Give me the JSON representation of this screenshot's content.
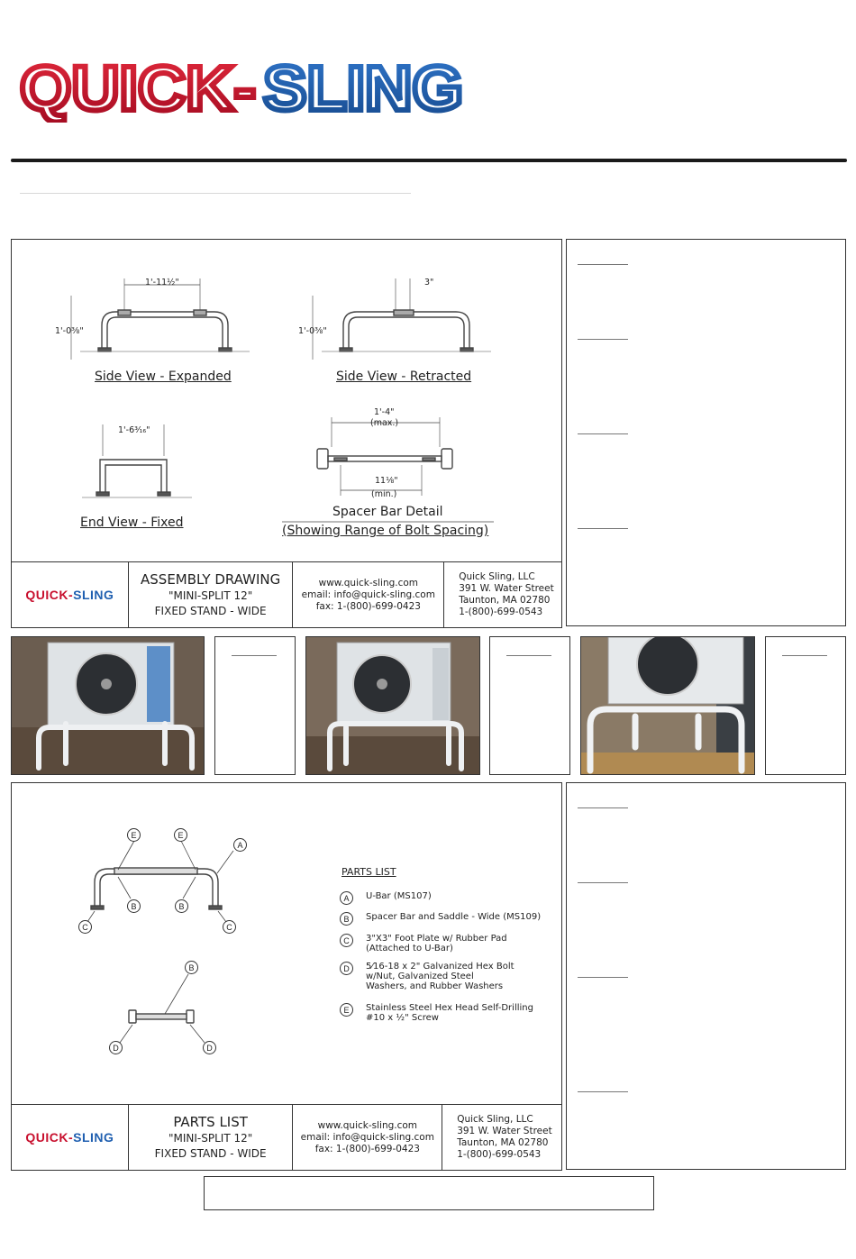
{
  "brand": {
    "logo_text_quick": "QUICK-",
    "logo_text_sling": "SLING",
    "red": "#c8102e",
    "blue": "#1f5fb0"
  },
  "assembly": {
    "views": {
      "side_expanded": {
        "caption": "Side View - Expanded",
        "width_dim": "1'-11½\"",
        "height_dim": "1'-0⅜\""
      },
      "side_retracted": {
        "caption": "Side View - Retracted",
        "gap_dim": "3\"",
        "height_dim": "1'-0⅜\""
      },
      "end_fixed": {
        "caption": "End View - Fixed",
        "width_dim": "1'-6³⁄₁₆\""
      },
      "spacer_bar": {
        "caption": "Spacer Bar Detail",
        "caption2": "(Showing Range of Bolt Spacing)",
        "max_dim": "1'-4\"",
        "max_label": "(max.)",
        "min_dim": "11⅛\"",
        "min_label": "(min.)"
      }
    },
    "title_block": {
      "logo_quick": "QUICK-",
      "logo_sling": "SLING",
      "title": "ASSEMBLY DRAWING",
      "subtitle1": "\"MINI-SPLIT 12\"",
      "subtitle2": "FIXED STAND - WIDE",
      "web": "www.quick-sling.com",
      "email": "email: info@quick-sling.com",
      "fax": "fax: 1-(800)-699-0423",
      "company": "Quick Sling, LLC",
      "street": "391 W. Water Street",
      "city": "Taunton, MA 02780",
      "phone": "1-(800)-699-0543"
    }
  },
  "parts": {
    "heading": "PARTS LIST",
    "items": [
      {
        "letter": "A",
        "text": "U-Bar  (MS107)"
      },
      {
        "letter": "B",
        "text": "Spacer Bar and Saddle - Wide   (MS109)"
      },
      {
        "letter": "C",
        "text": "3\"X3\" Foot Plate w/ Rubber Pad",
        "text2": "(Attached to U-Bar)"
      },
      {
        "letter": "D",
        "text": "5⁄16-18 x 2\" Galvanized Hex Bolt",
        "text2": "w/Nut, Galvanized Steel",
        "text3": "Washers, and Rubber Washers"
      },
      {
        "letter": "E",
        "text": "Stainless Steel Hex Head Self-Drilling",
        "text2": "#10 x ½\" Screw"
      }
    ],
    "callouts": {
      "a": "A",
      "b": "B",
      "c": "C",
      "d": "D",
      "e": "E"
    },
    "title_block": {
      "logo_quick": "QUICK-",
      "logo_sling": "SLING",
      "title": "PARTS LIST",
      "subtitle1": "\"MINI-SPLIT 12\"",
      "subtitle2": "FIXED STAND - WIDE",
      "web": "www.quick-sling.com",
      "email": "email: info@quick-sling.com",
      "fax": "fax: 1-(800)-699-0423",
      "company": "Quick Sling, LLC",
      "street": "391 W. Water Street",
      "city": "Taunton, MA 02780",
      "phone": "1-(800)-699-0543"
    }
  },
  "photos": [
    {
      "icon": "mini-split-unit-photo"
    },
    {
      "icon": "mini-split-unit-photo"
    },
    {
      "icon": "mini-split-unit-photo"
    }
  ]
}
